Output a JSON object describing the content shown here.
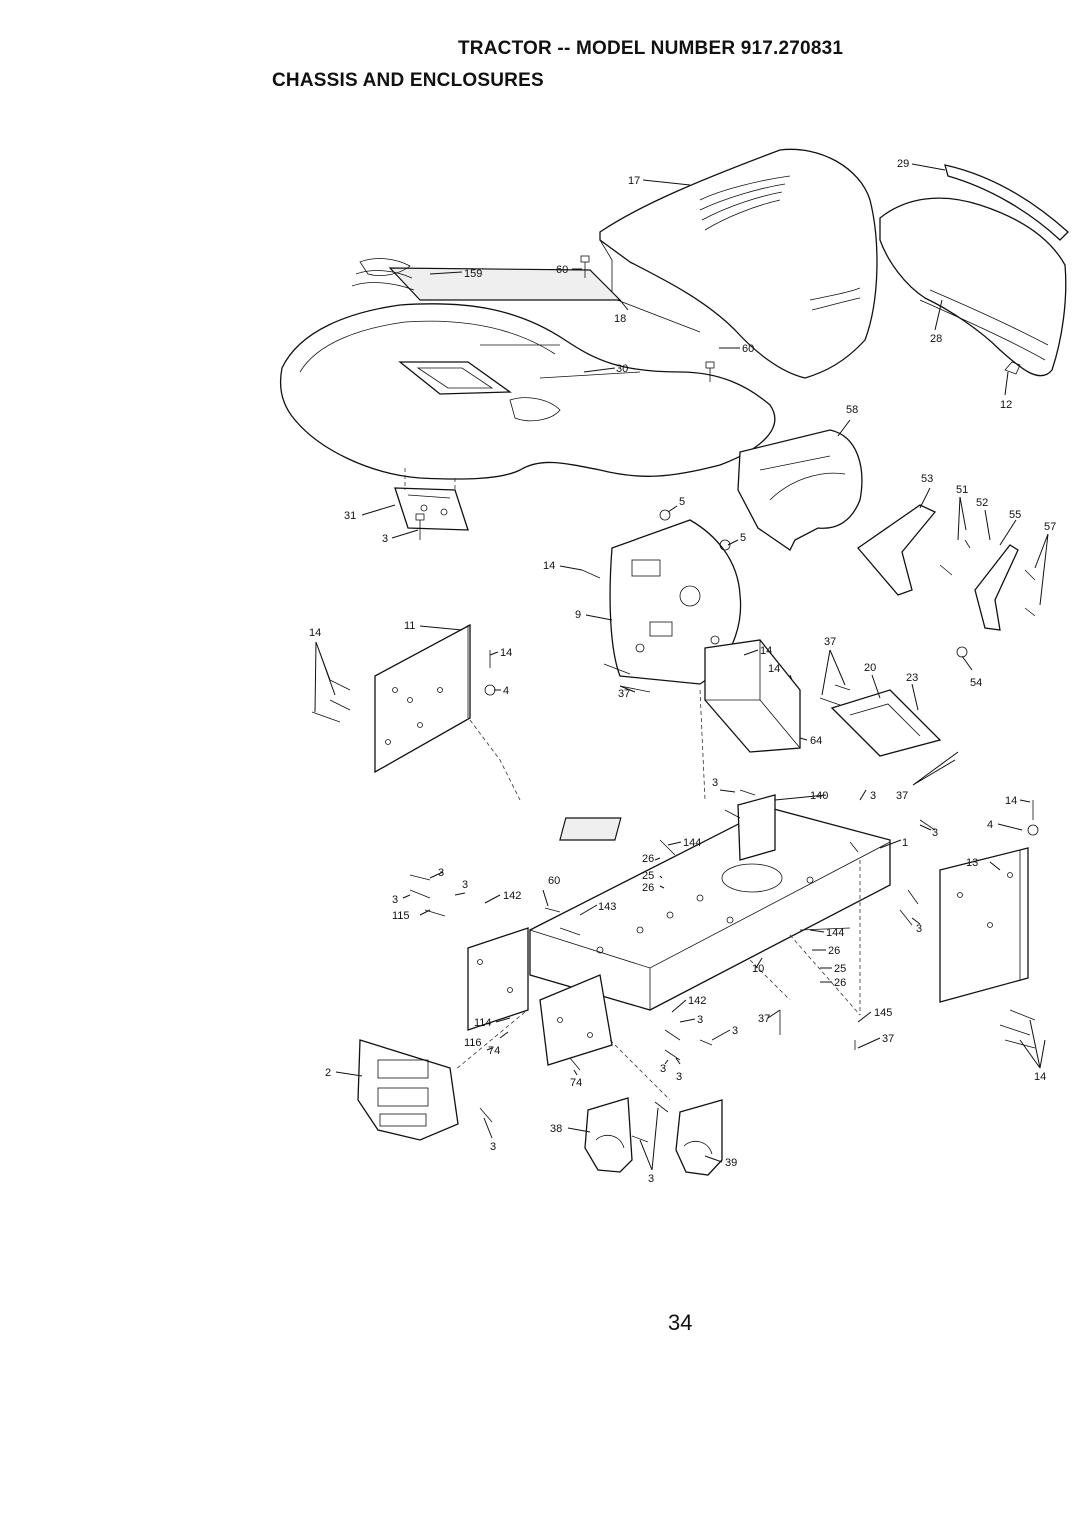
{
  "header": {
    "title": "TRACTOR -- MODEL NUMBER 917.270831",
    "subtitle": "CHASSIS AND ENCLOSURES"
  },
  "page_number": "34",
  "callouts": {
    "c17": "17",
    "c29": "29",
    "c159": "159",
    "c60a": "60",
    "c18": "18",
    "c28": "28",
    "c60b": "60",
    "c30": "30",
    "c12": "12",
    "c58": "58",
    "c31": "31",
    "c3a": "3",
    "c5a": "5",
    "c5b": "5",
    "c53": "53",
    "c51": "51",
    "c52": "52",
    "c55": "55",
    "c57": "57",
    "c14a": "14",
    "c9": "9",
    "c14b": "14",
    "c11": "11",
    "c14c": "14",
    "c4a": "4",
    "c14d": "14",
    "c37a": "37",
    "c14e": "14",
    "c20": "20",
    "c23": "23",
    "c54": "54",
    "c37b": "37",
    "c64": "64",
    "c3b": "3",
    "c140": "140",
    "c3c": "3",
    "c37c": "37",
    "c14f": "14",
    "c4b": "4",
    "c3d": "3",
    "c1": "1",
    "c144a": "144",
    "c26a": "26",
    "c25a": "25",
    "c26b": "26",
    "c13": "13",
    "c3e": "3",
    "c3f": "3",
    "c60c": "60",
    "c142a": "142",
    "c3g": "3",
    "c143": "143",
    "c115": "115",
    "c3h": "3",
    "c144b": "144",
    "c26c": "26",
    "c10": "10",
    "c25b": "25",
    "c26d": "26",
    "c142b": "142",
    "c114": "114",
    "c3i": "3",
    "c3j": "3",
    "c145": "145",
    "c37d": "37",
    "c37e": "37",
    "c116": "116",
    "c74a": "74",
    "c3k": "3",
    "c3l": "3",
    "c2": "2",
    "c74b": "74",
    "c14g": "14",
    "c3m": "3",
    "c38": "38",
    "c3n": "3",
    "c39": "39"
  }
}
